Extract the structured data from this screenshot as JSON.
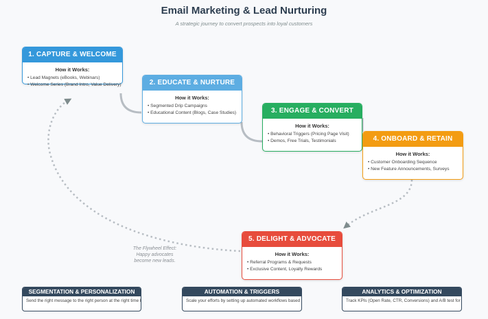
{
  "header": {
    "title": "Email Marketing & Lead Nurturing",
    "subtitle": "A strategic journey to convert prospects into loyal customers"
  },
  "stages": [
    {
      "heading": "1. CAPTURE & WELCOME",
      "how_label": "How it Works:",
      "items": [
        "Lead Magnets (eBooks, Webinars)",
        "Welcome Series (Brand Intro, Value Delivery)"
      ],
      "color": "#3498db"
    },
    {
      "heading": "2. EDUCATE & NURTURE",
      "how_label": "How it Works:",
      "items": [
        "Segmented Drip Campaigns",
        "Educational Content (Blogs, Case Studies)"
      ],
      "color": "#5dade2"
    },
    {
      "heading": "3. ENGAGE & CONVERT",
      "how_label": "How it Works:",
      "items": [
        "Behavioral Triggers (Pricing Page Visit)",
        "Demos, Free Trials, Testimonials"
      ],
      "color": "#27ae60"
    },
    {
      "heading": "4. ONBOARD & RETAIN",
      "how_label": "How it Works:",
      "items": [
        "Customer Onboarding Sequence",
        "New Feature Announcements, Surveys"
      ],
      "color": "#f39c12"
    },
    {
      "heading": "5. DELIGHT & ADVOCATE",
      "how_label": "How it Works:",
      "items": [
        "Referral Programs & Requests",
        "Exclusive Content, Loyalty Rewards"
      ],
      "color": "#e74c3c"
    }
  ],
  "flywheel": {
    "line1": "The Flywheel Effect:",
    "line2": "Happy advocates",
    "line3": "become new leads."
  },
  "pillars": [
    {
      "heading": "SEGMENTATION & PERSONALIZATION",
      "text": "Send the right message to the right person at the right time based on data."
    },
    {
      "heading": "AUTOMATION & TRIGGERS",
      "text": "Scale your efforts by setting up automated workflows based on user behavior."
    },
    {
      "heading": "ANALYTICS & OPTIMIZATION",
      "text": "Track KPIs (Open Rate, CTR, Conversions) and A/B test for continuous improvement."
    }
  ],
  "colors": {
    "connector": "#b7bdc3",
    "arrow": "#7f8c8d",
    "pillar": "#34495e"
  }
}
